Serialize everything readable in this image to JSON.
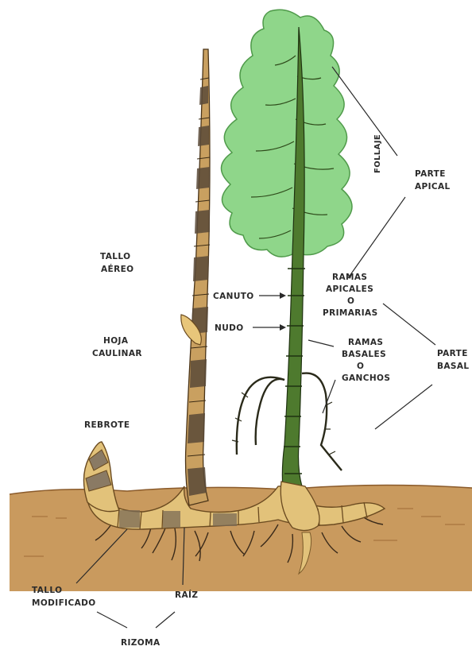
{
  "labels": {
    "follaje": "FOLLAJE",
    "parte_apical": [
      "PARTE",
      "APICAL"
    ],
    "tallo_aereo": [
      "TALLO",
      "AÉREO"
    ],
    "canuto": "CANUTO",
    "ramas_apicales": [
      "RAMAS",
      "APICALES",
      "O",
      "PRIMARIAS"
    ],
    "hoja_caulinar": [
      "HOJA",
      "CAULINAR"
    ],
    "nudo": "NUDO",
    "ramas_basales": [
      "RAMAS",
      "BASALES",
      "O",
      "GANCHOS"
    ],
    "parte_basal": [
      "PARTE",
      "BASAL"
    ],
    "rebrote": "REBROTE",
    "tallo_modificado": [
      "TALLO",
      "MODIFICADO"
    ],
    "raiz": "RAÍZ",
    "rizoma": "RIZOMA"
  },
  "colors": {
    "soil": "#c99a5e",
    "soil_dark": "#a8753e",
    "foliage": "#8fd68a",
    "foliage_edge": "#4f9a4a",
    "culm_green": "#4e7a2e",
    "culm_brown": "#9a6a3a",
    "rhizome": "#e2c27a",
    "ink": "#2a2a2a"
  }
}
